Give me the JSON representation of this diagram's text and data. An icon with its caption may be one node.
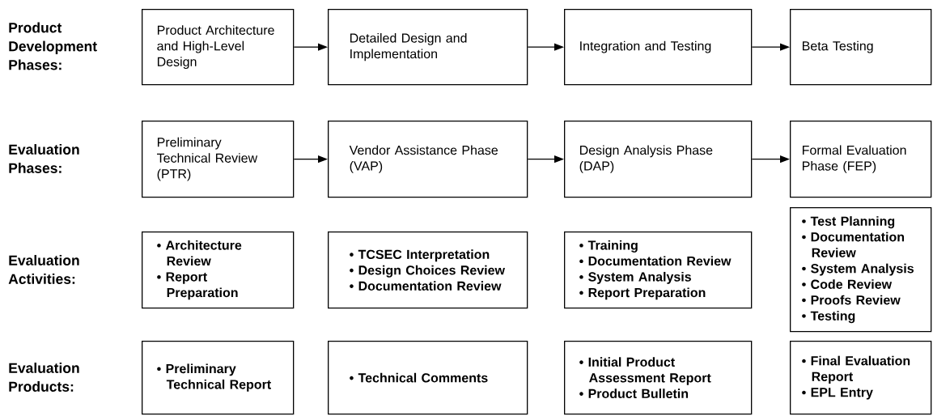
{
  "diagram": {
    "nodes": [
      {
        "text": [
          "Product Architecture and High-Level Design"
        ]
      },
      {
        "text": [
          "Detailed Design and Implementation"
        ]
      },
      {
        "text": [
          "Integration and Testing"
        ]
      },
      {
        "text": [
          "Beta Testing"
        ]
      },
      {
        "text": [
          "Preliminary Technical Review (PTR)"
        ]
      },
      {
        "text": [
          "Vendor Assistance Phase (VAP)"
        ]
      },
      {
        "text": [
          "Design Analysis Phase (DAP)"
        ]
      },
      {
        "text": [
          "Formal Evaluation Phase (FEP)"
        ]
      },
      {
        "text": [
          "• Architecture Review",
          "• Report Preparation"
        ]
      },
      {
        "text": [
          "• TCSEC Interpretation",
          "• Design Choices Review",
          "• Documentation Review"
        ]
      },
      {
        "text": [
          "• Training",
          "• Documentation Review",
          "• System Analysis",
          "• Report Preparation"
        ]
      },
      {
        "text": [
          "• Test Planning",
          "• Documentation Review",
          "• System Analysis",
          "• Code Review",
          "• Proofs Review",
          "• Testing"
        ]
      },
      {
        "text": [
          "• Preliminary Technical Report"
        ]
      },
      {
        "text": [
          "• Technical Comments"
        ]
      },
      {
        "text": [
          "• Initial Product Assessment Report",
          "• Product Bulletin"
        ]
      },
      {
        "text": [
          "• Final Evaluation Report",
          "• EPL Entry"
        ]
      }
    ],
    "edges": [
      {
        "from": 0,
        "to": 1,
        "arrow": "to"
      },
      {
        "from": 1,
        "to": 2,
        "arrow": "to"
      },
      {
        "from": 2,
        "to": 3,
        "arrow": "to"
      },
      {
        "from": 4,
        "to": 5,
        "arrow": "to"
      },
      {
        "from": 5,
        "to": 6,
        "arrow": "to"
      },
      {
        "from": 6,
        "to": 7,
        "arrow": "to"
      }
    ],
    "labels": [
      "Product Development Phases:",
      "Evaluation Phases:",
      "Evaluation Activities:",
      "Evaluation Products:"
    ]
  }
}
